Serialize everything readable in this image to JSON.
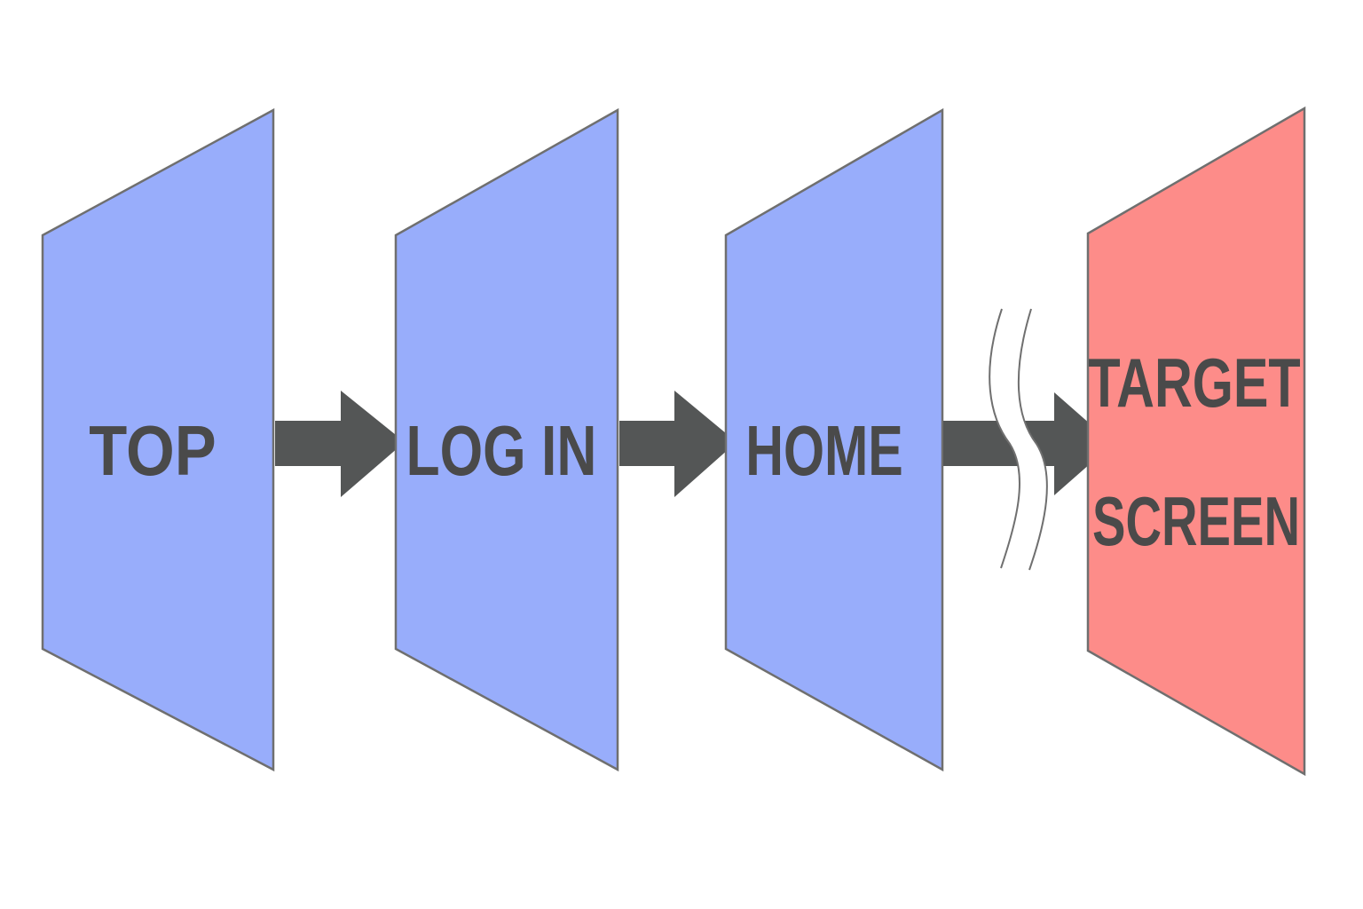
{
  "colors": {
    "screen_fill": "#98adfb",
    "target_fill": "#fd8c89",
    "panel_outline": "#6f6f6f",
    "arrow_fill": "#545656",
    "label_text": "#4a4a4a",
    "background": "#ffffff"
  },
  "screens": [
    {
      "label": "TOP"
    },
    {
      "label": "LOG IN"
    },
    {
      "label": "HOME"
    }
  ],
  "target": {
    "line1": "TARGET",
    "line2": "SCREEN"
  },
  "connectors": [
    {
      "from": "TOP",
      "to": "LOG IN",
      "type": "arrow"
    },
    {
      "from": "LOG IN",
      "to": "HOME",
      "type": "arrow"
    },
    {
      "from": "HOME",
      "to": "TARGET SCREEN",
      "type": "arrow-with-omission-break"
    }
  ]
}
